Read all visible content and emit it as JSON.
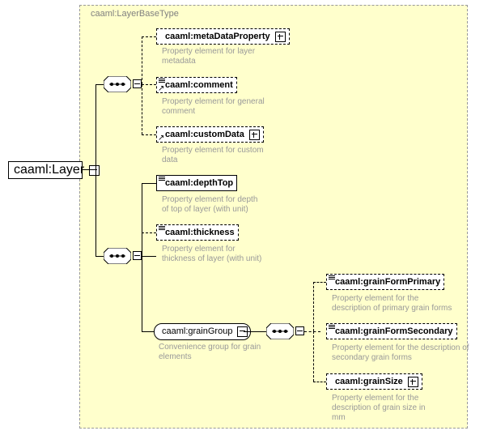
{
  "diagram": {
    "type": "xml-schema-element-diagram",
    "root_element": {
      "name": "caaml:Layer",
      "expander": "minus"
    },
    "complex_type": {
      "name": "caaml:LayerBaseType"
    },
    "compositors": [
      {
        "id": "seq-1",
        "kind": "sequence",
        "expander": "minus"
      },
      {
        "id": "seq-2",
        "kind": "sequence",
        "expander": "minus"
      },
      {
        "id": "seq-3",
        "kind": "sequence",
        "expander": "minus"
      }
    ],
    "group": {
      "name": "caaml:grainGroup",
      "annotation": "Convenience group for grain\nelements",
      "expander": "minus"
    },
    "elements": [
      {
        "name": "caaml:metaDataProperty",
        "occurrence": "optional",
        "expander": "plus",
        "has_type_glyph": false,
        "has_arrow_glyph": false,
        "annotation": "Property element for layer\nmetadata"
      },
      {
        "name": "caaml:comment",
        "occurrence": "optional",
        "expander": "none",
        "has_type_glyph": true,
        "has_arrow_glyph": true,
        "annotation": "Property element for general\ncomment"
      },
      {
        "name": "caaml:customData",
        "occurrence": "optional",
        "expander": "plus",
        "has_type_glyph": false,
        "has_arrow_glyph": true,
        "annotation": "Property element for custom\ndata"
      },
      {
        "name": "caaml:depthTop",
        "occurrence": "required",
        "expander": "none",
        "has_type_glyph": true,
        "has_arrow_glyph": false,
        "annotation": "Property element for depth\nof top of layer (with unit)"
      },
      {
        "name": "caaml:thickness",
        "occurrence": "optional",
        "expander": "none",
        "has_type_glyph": true,
        "has_arrow_glyph": false,
        "annotation": "Property element for\nthickness of layer (with unit)"
      },
      {
        "name": "caaml:grainFormPrimary",
        "occurrence": "optional",
        "expander": "none",
        "has_type_glyph": true,
        "has_arrow_glyph": false,
        "annotation": "Property element for the\ndescription of primary grain forms"
      },
      {
        "name": "caaml:grainFormSecondary",
        "occurrence": "optional",
        "expander": "none",
        "has_type_glyph": true,
        "has_arrow_glyph": false,
        "annotation": "Property element for the description of\nsecondary grain forms"
      },
      {
        "name": "caaml:grainSize",
        "occurrence": "optional",
        "expander": "plus",
        "has_type_glyph": false,
        "has_arrow_glyph": false,
        "annotation": "Property element for the\ndescription of grain size in\nmm"
      }
    ],
    "colors": {
      "type_background": "#ffffcc",
      "type_border": "#999999",
      "annotation_text": "#999999",
      "element_border": "#000000",
      "element_background": "#ffffff",
      "shadow": "#c0c0c0"
    }
  }
}
